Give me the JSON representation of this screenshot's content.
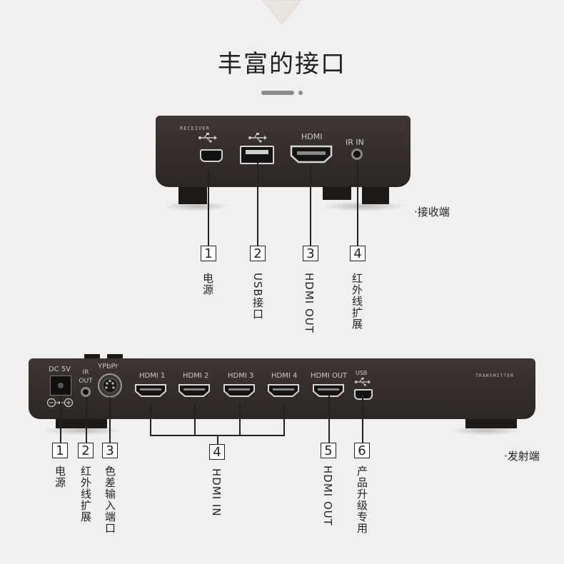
{
  "title": "丰富的接口",
  "receiver": {
    "brand": "RECEIVER",
    "ports": {
      "usb_mini_icon": "usb-icon",
      "usb_a_icon": "usb-icon",
      "hdmi": "HDMI",
      "ir_in": "IR IN"
    },
    "side_label": "·接收端",
    "callouts": [
      {
        "num": "1",
        "label": "电源"
      },
      {
        "num": "2",
        "label": "USB接口"
      },
      {
        "num": "3",
        "label": "HDMI OUT"
      },
      {
        "num": "4",
        "label": "红外线扩展"
      }
    ]
  },
  "transmitter": {
    "brand": "TRANSMITTER",
    "ports": {
      "dc": "DC 5V",
      "ir_out": "IR\nOUT",
      "ypbpr": "YPbPr",
      "hdmi1": "HDMI 1",
      "hdmi2": "HDMI 2",
      "hdmi3": "HDMI 3",
      "hdmi4": "HDMI 4",
      "hdmi_out": "HDMI OUT",
      "usb": "USB"
    },
    "side_label": "·发射端",
    "callouts": [
      {
        "num": "1",
        "label": "电源"
      },
      {
        "num": "2",
        "label": "红外线扩展"
      },
      {
        "num": "3",
        "label": "色差输入端口"
      },
      {
        "num": "4",
        "label": "HDMI IN"
      },
      {
        "num": "5",
        "label": "HDMI OUT"
      },
      {
        "num": "6",
        "label": "产品升级专用"
      }
    ]
  },
  "colors": {
    "device": "#2f2a29",
    "background": "#f0f0f0",
    "line": "#222222"
  }
}
